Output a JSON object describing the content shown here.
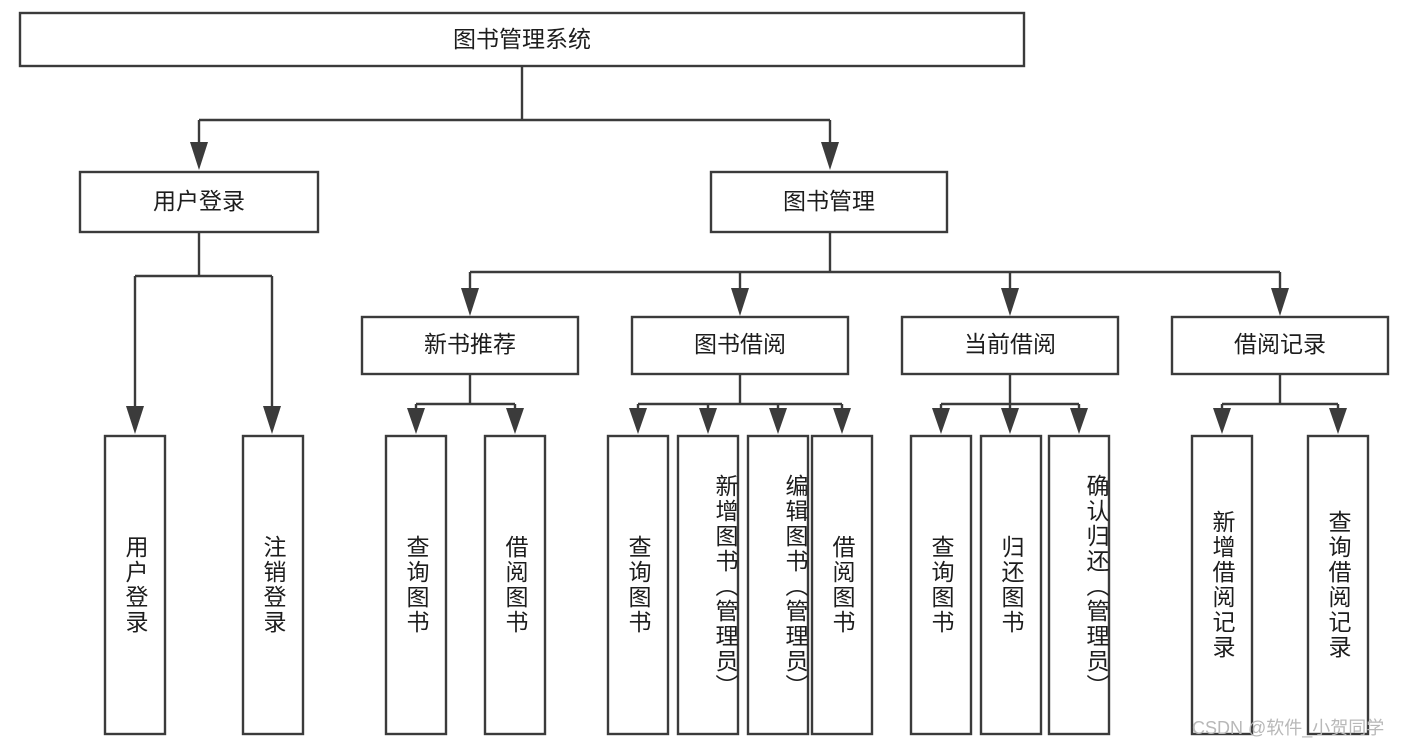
{
  "diagram": {
    "type": "tree-hierarchy",
    "title": "图书管理系统",
    "root": {
      "label": "图书管理系统",
      "orientation": "horizontal"
    },
    "level2": [
      {
        "label": "用户登录",
        "orientation": "horizontal"
      },
      {
        "label": "图书管理",
        "orientation": "horizontal"
      }
    ],
    "level3": [
      {
        "label": "新书推荐",
        "orientation": "horizontal"
      },
      {
        "label": "图书借阅",
        "orientation": "horizontal"
      },
      {
        "label": "当前借阅",
        "orientation": "horizontal"
      },
      {
        "label": "借阅记录",
        "orientation": "horizontal"
      }
    ],
    "leaves": {
      "user_login": [
        {
          "label": "用户登录",
          "orientation": "vertical"
        },
        {
          "label": "注销登录",
          "orientation": "vertical"
        }
      ],
      "new_book_recommend": [
        {
          "label": "查询图书",
          "orientation": "vertical"
        },
        {
          "label": "借阅图书",
          "orientation": "vertical"
        }
      ],
      "book_borrow": [
        {
          "label": "查询图书",
          "orientation": "vertical"
        },
        {
          "label": "新增图书（管理员）",
          "orientation": "vertical"
        },
        {
          "label": "编辑图书（管理员）",
          "orientation": "vertical"
        },
        {
          "label": "借阅图书",
          "orientation": "vertical"
        }
      ],
      "current_borrow": [
        {
          "label": "查询图书",
          "orientation": "vertical"
        },
        {
          "label": "归还图书",
          "orientation": "vertical"
        },
        {
          "label": "确认归还（管理员）",
          "orientation": "vertical"
        }
      ],
      "borrow_record": [
        {
          "label": "新增借阅记录",
          "orientation": "vertical"
        },
        {
          "label": "查询借阅记录",
          "orientation": "vertical"
        }
      ]
    },
    "colors": {
      "stroke": "#3b3b3b",
      "fill": "#ffffff",
      "text": "#1d1d1d",
      "background": "#ffffff",
      "watermark": "#b8b8b8"
    }
  },
  "watermark": {
    "text": "CSDN @软件_小贺同学"
  }
}
